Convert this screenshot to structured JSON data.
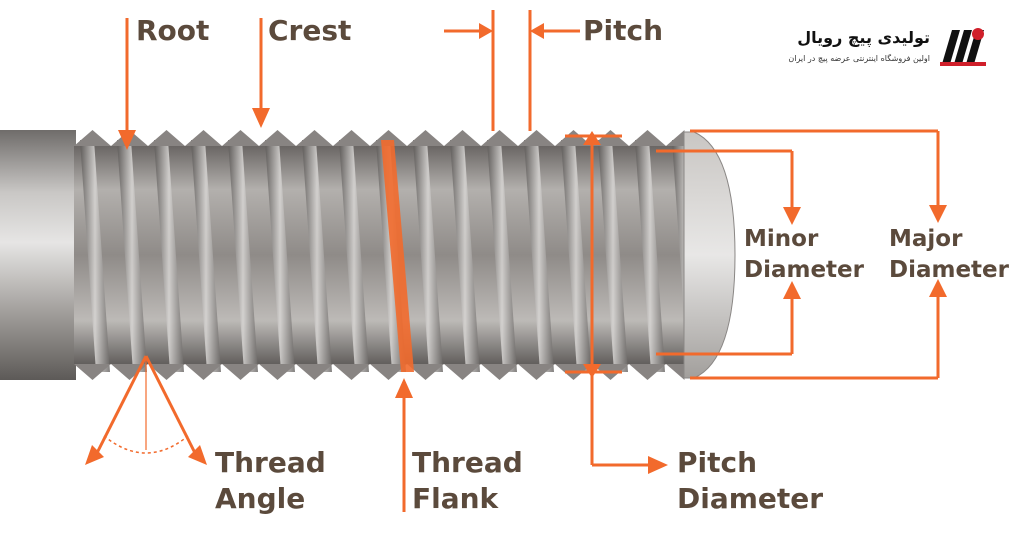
{
  "labels": {
    "root": "Root",
    "crest": "Crest",
    "pitch": "Pitch",
    "minor_diameter": [
      "Minor",
      "Diameter"
    ],
    "major_diameter": [
      "Major",
      "Diameter"
    ],
    "thread_angle": [
      "Thread",
      "Angle"
    ],
    "thread_flank": [
      "Thread",
      "Flank"
    ],
    "pitch_diameter": [
      "Pitch",
      "Diameter"
    ]
  },
  "brand": {
    "title": "تولیدی پیچ رویال",
    "subtitle": "اولین فروشگاه اینترنتی عرضه پیچ در ایران"
  },
  "colors": {
    "accent": "#f26a2c",
    "label_text": "#5b4a3c",
    "thread_metal": "#9a9795",
    "brand_red": "#d01f2a"
  }
}
